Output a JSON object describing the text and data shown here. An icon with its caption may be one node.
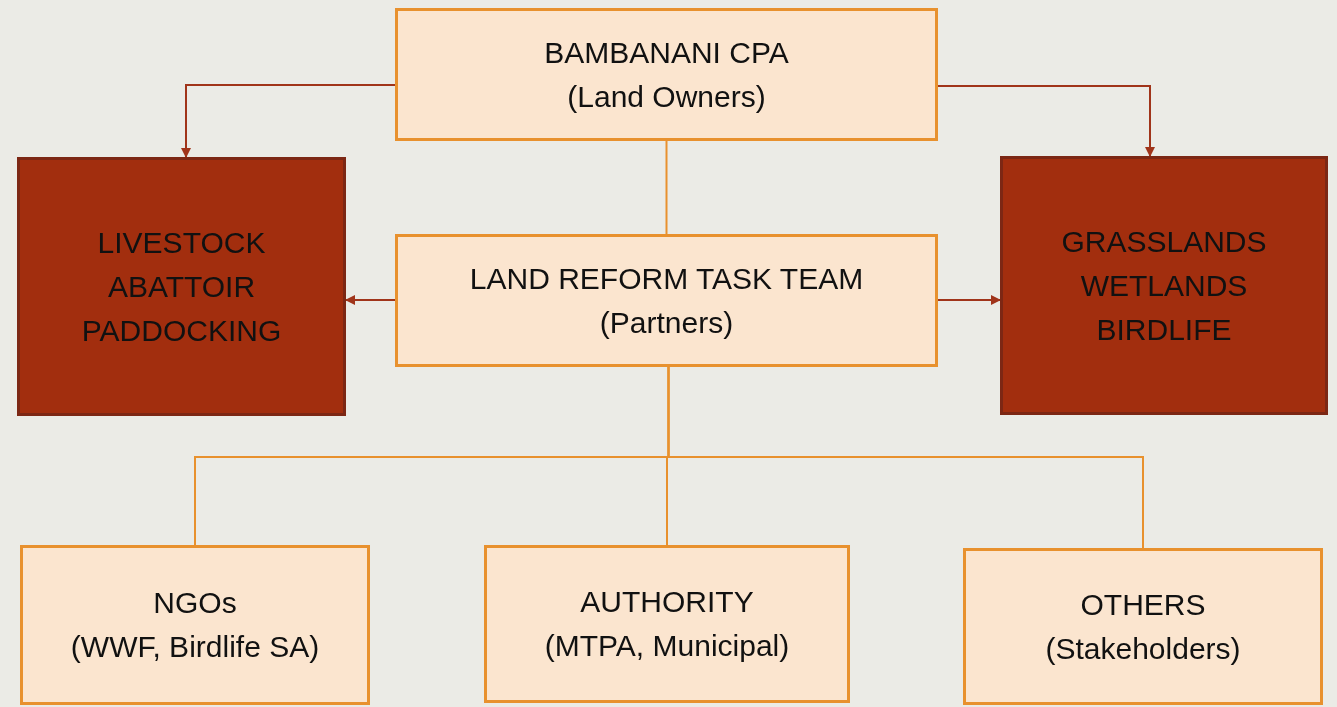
{
  "diagram": {
    "nodes": [
      {
        "text": [
          "BAMBANANI  CPA",
          "(Land Owners)"
        ]
      },
      {
        "text": [
          "LIVESTOCK ABATTOIR PADDOCKING"
        ]
      },
      {
        "text": [
          "GRASSLANDS WETLANDS BIRDLIFE"
        ]
      },
      {
        "text": [
          "LAND REFORM TASK TEAM",
          "(Partners)"
        ]
      },
      {
        "text": [
          "NGOs",
          "(WWF, Birdlife SA)"
        ]
      },
      {
        "text": [
          "AUTHORITY",
          "(MTPA, Municipal)"
        ]
      },
      {
        "text": [
          "OTHERS",
          "(Stakeholders)"
        ]
      }
    ],
    "edges": [
      {
        "from": 0,
        "to": 1,
        "arrow": "to",
        "color": "#a0341a"
      },
      {
        "from": 0,
        "to": 2,
        "arrow": "to",
        "color": "#a0341a"
      },
      {
        "from": 0,
        "to": 3,
        "arrow": "none",
        "color": "#e8912e"
      },
      {
        "from": 3,
        "to": 1,
        "arrow": "to",
        "color": "#a0341a"
      },
      {
        "from": 3,
        "to": 2,
        "arrow": "to",
        "color": "#a0341a"
      },
      {
        "from": 3,
        "to": 4,
        "arrow": "none",
        "color": "#e8912e"
      },
      {
        "from": 3,
        "to": 5,
        "arrow": "none",
        "color": "#e8912e"
      },
      {
        "from": 3,
        "to": 6,
        "arrow": "none",
        "color": "#e8912e"
      }
    ]
  }
}
